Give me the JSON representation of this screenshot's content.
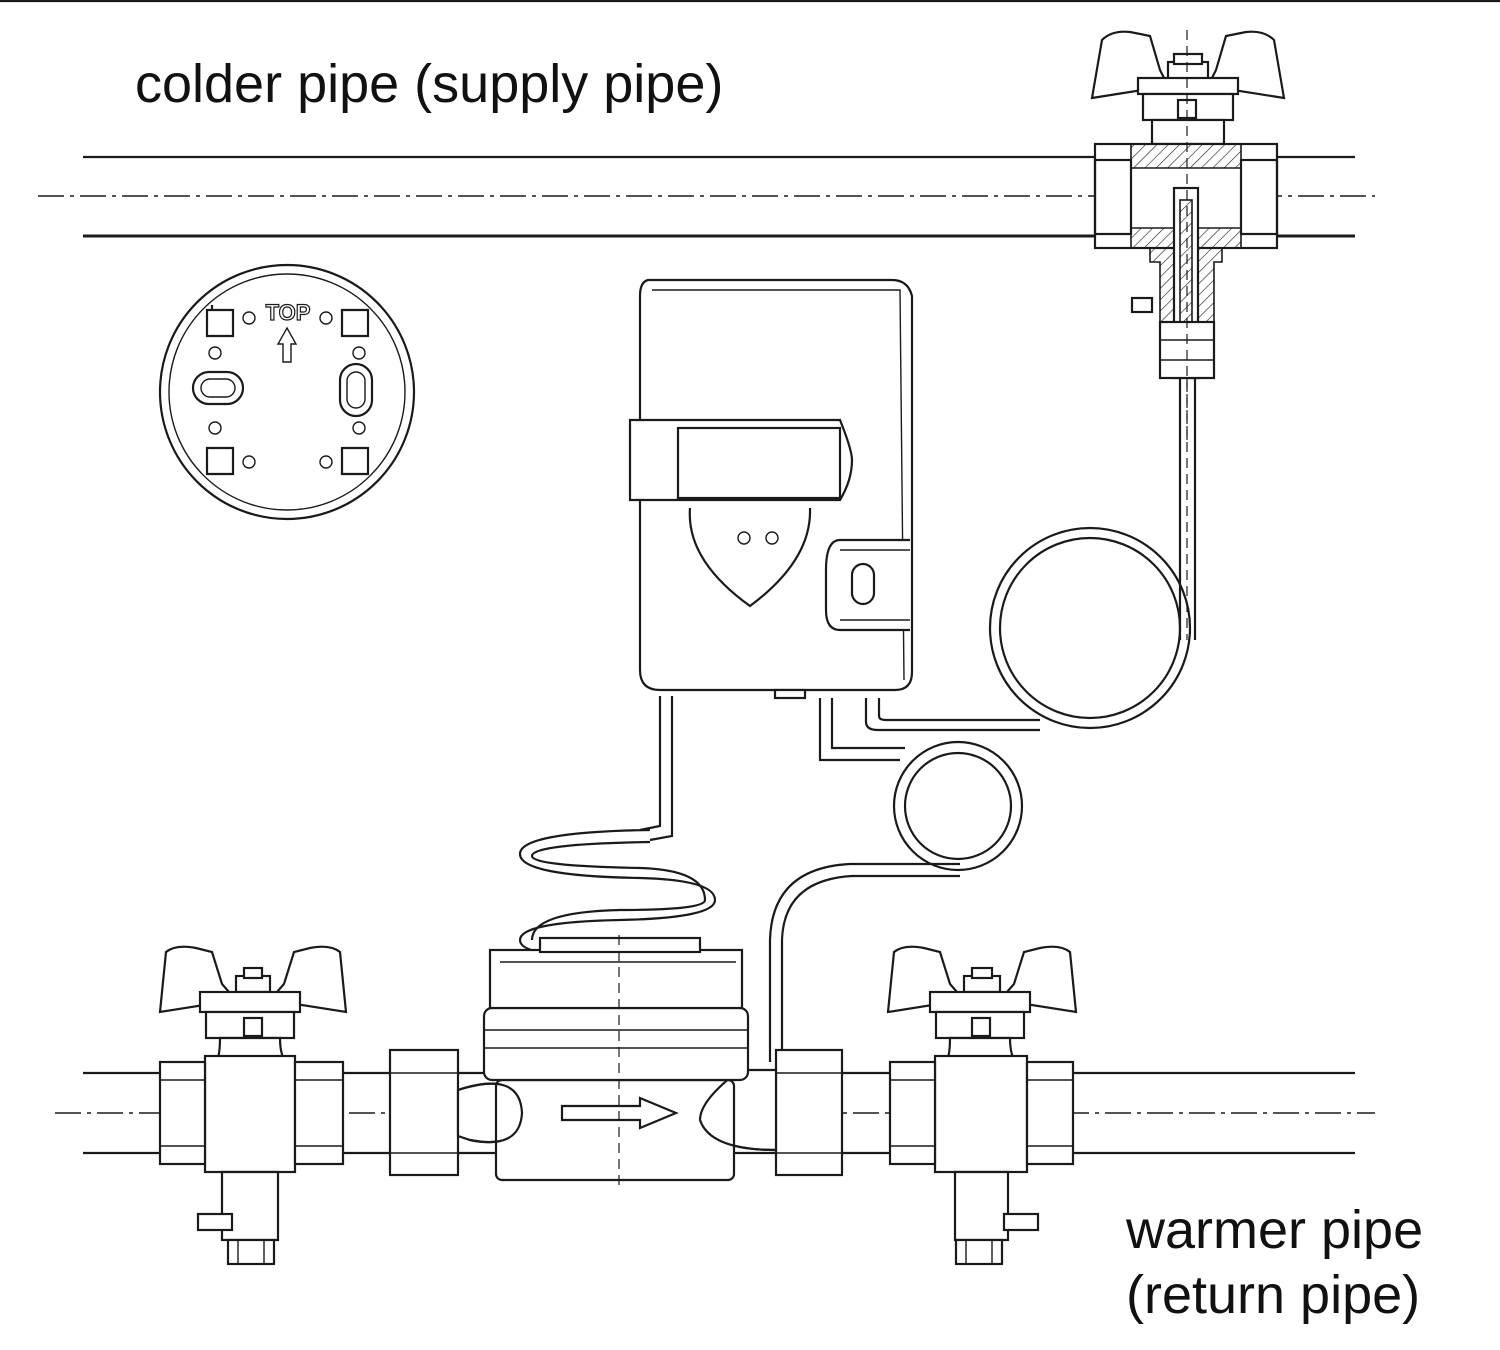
{
  "labels": {
    "supply_pipe": "colder pipe (supply pipe)",
    "return_pipe_line1": "warmer pipe",
    "return_pipe_line2": "(return pipe)",
    "mount_top": "TOP"
  }
}
